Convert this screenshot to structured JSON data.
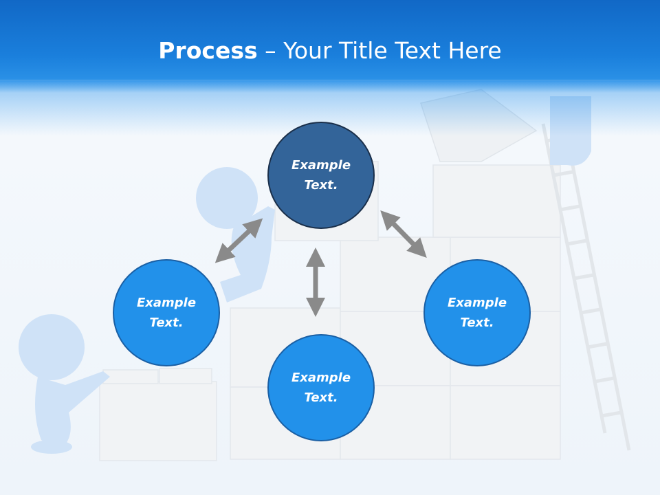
{
  "slide": {
    "title_bold": "Process",
    "title_rest": " – Your Title Text Here"
  },
  "nodes": {
    "top": "Example Text.",
    "left": "Example Text.",
    "bottom": "Example Text.",
    "right": "Example Text."
  },
  "colors": {
    "header": "#1a7fdc",
    "circle_light": "#2291ea",
    "circle_dark": "#336499",
    "arrow": "#8a8a8a"
  }
}
